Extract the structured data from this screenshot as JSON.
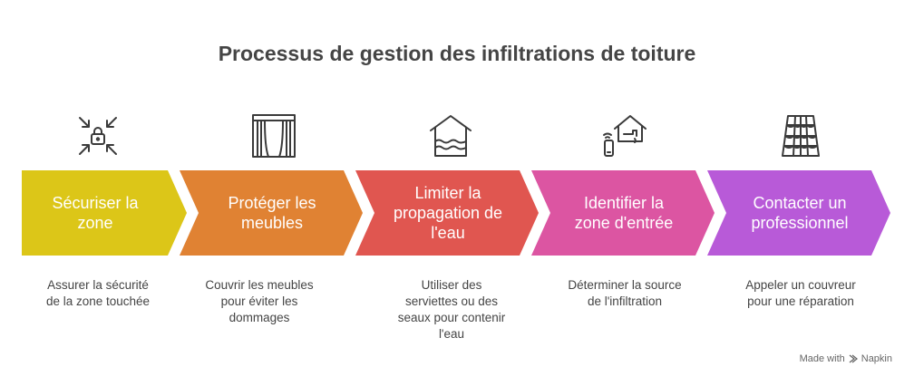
{
  "title": "Processus de gestion des infiltrations de toiture",
  "steps": [
    {
      "label": "Sécuriser la\nzone",
      "description": "Assurer la sécurité\nde la zone touchée",
      "color": "#dcc618",
      "icon": "lock-contract-icon"
    },
    {
      "label": "Protéger les\nmeubles",
      "description": "Couvrir les meubles\npour éviter les\ndommages",
      "color": "#e08233",
      "icon": "curtains-icon"
    },
    {
      "label": "Limiter la\npropagation de\nl'eau",
      "description": "Utiliser des\nserviettes ou des\nseaux pour contenir\nl'eau",
      "color": "#e05650",
      "icon": "flooded-house-icon"
    },
    {
      "label": "Identifier la\nzone d'entrée",
      "description": "Déterminer la source\nde l'infiltration",
      "color": "#dc55a2",
      "icon": "smart-home-leak-icon"
    },
    {
      "label": "Contacter un\nprofessionnel",
      "description": "Appeler un couvreur\npour une réparation",
      "color": "#b85ad8",
      "icon": "roof-tiles-icon"
    }
  ],
  "footer": {
    "made_with": "Made with",
    "brand": "Napkin"
  }
}
